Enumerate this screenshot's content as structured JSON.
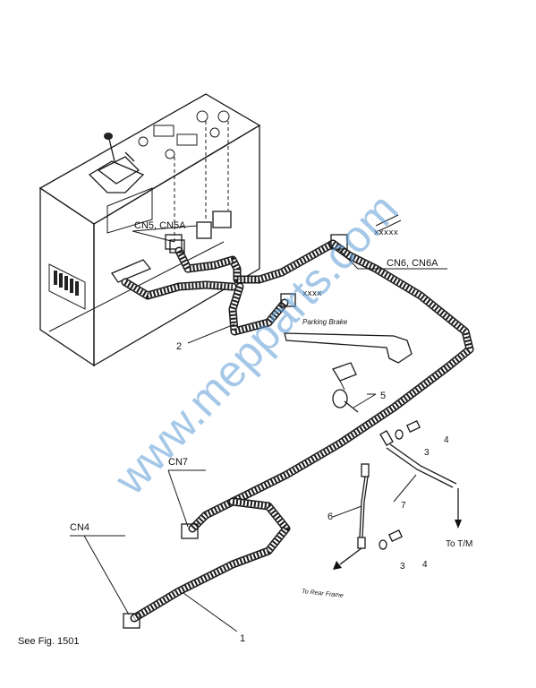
{
  "labels": {
    "cn5": "CN5, CN5A",
    "cn6": "CN6, CN6A",
    "cn7": "CN7",
    "cn4": "CN4",
    "parking_brake": "Parking Brake",
    "to_tm": "To T/M",
    "to_rear_frame": "To Rear Frame",
    "see_fig": "See Fig. 1501"
  },
  "callouts": {
    "n1": "1",
    "n2": "2",
    "n3a": "3",
    "n3b": "3",
    "n4a": "4",
    "n4b": "4",
    "n5": "5",
    "n6": "6",
    "n7": "7"
  },
  "watermark": "www.mepparts.com"
}
